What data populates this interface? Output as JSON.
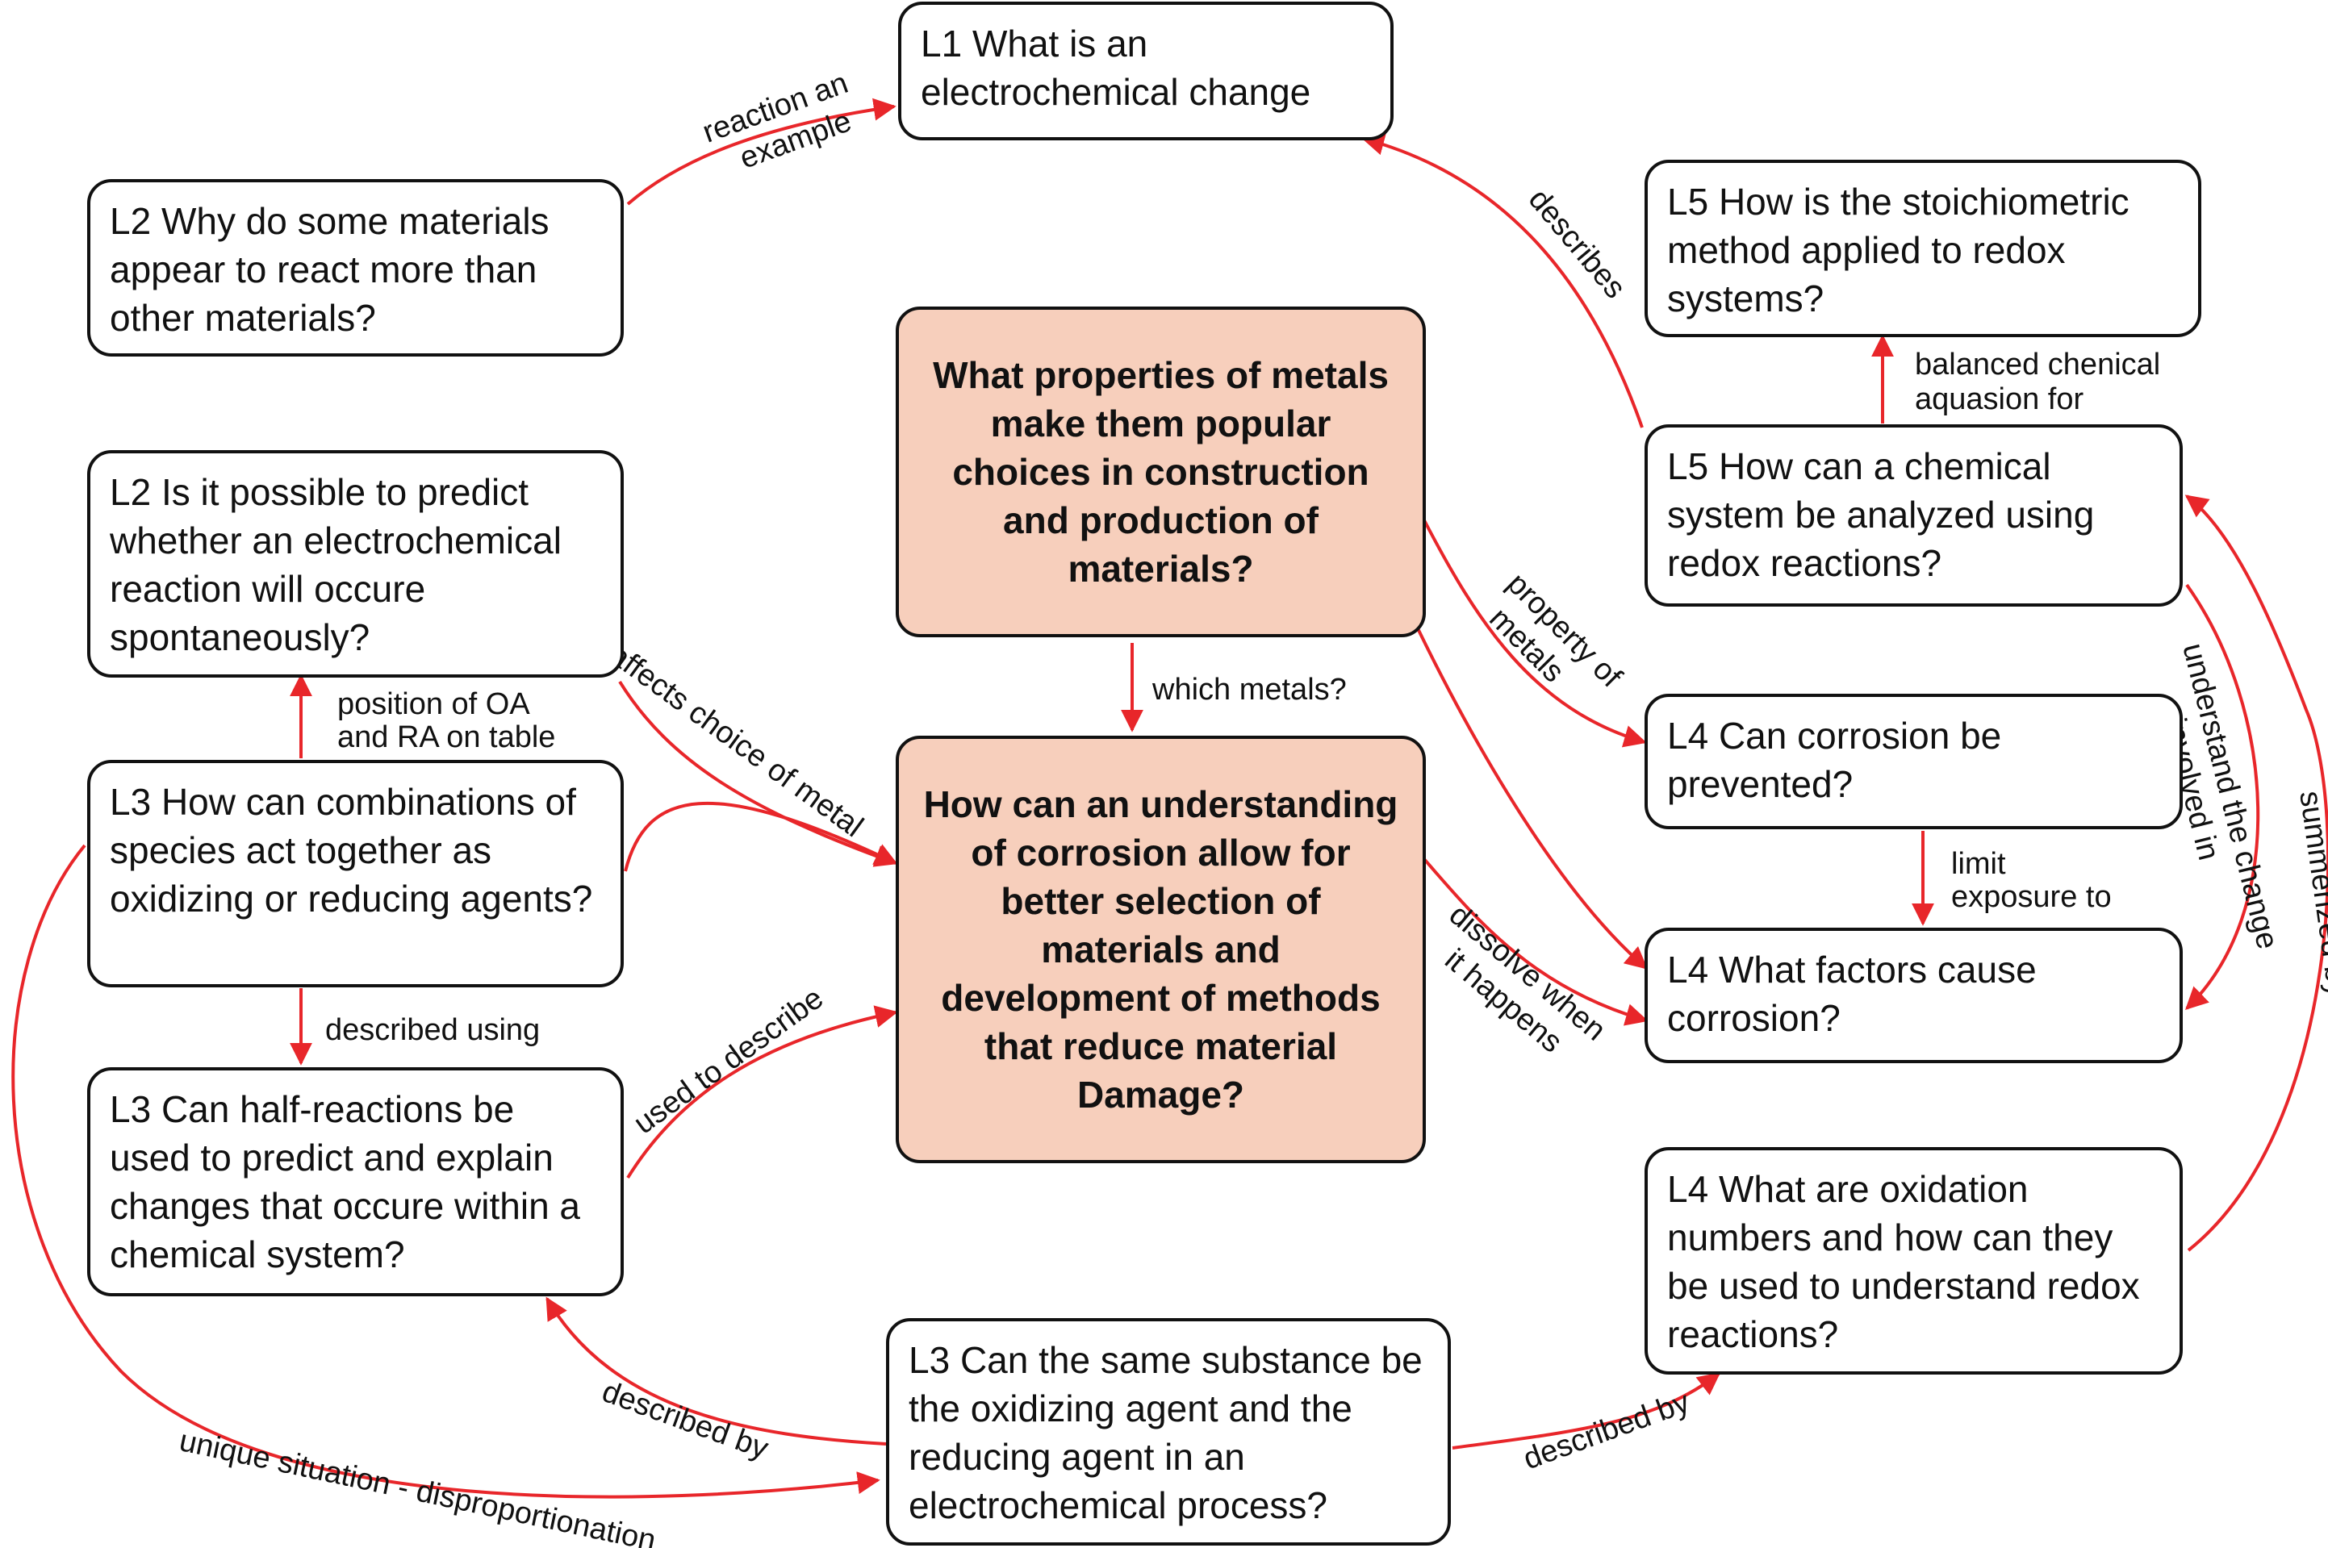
{
  "nodes": {
    "l1_electrochemical_change": "L1 What is an electrochemical change",
    "l2_react_more": "L2 Why do some materials appear to react more than other materials?",
    "l2_predict_spontaneous": "L2 Is it possible to predict whether an electrochemical reaction will occure spontaneously?",
    "l3_combinations": "L3 How can combinations of species act together as oxidizing or reducing agents?",
    "l3_half_reactions": "L3 Can half-reactions be used to predict and explain changes that occure within a chemical system?",
    "l3_same_substance": "L3 Can the same substance be the oxidizing agent and the reducing agent in an electrochemical process?",
    "central_properties": "What properties of metals make them popular choices in construction and production of materials?",
    "central_corrosion": "How can an understanding of corrosion allow for better selection of materials and development of methods that reduce material Damage?",
    "l5_stoichiometric": "L5 How is the stoichiometric method applied to redox systems?",
    "l5_chemical_system": "L5 How can a chemical system be analyzed using redox reactions?",
    "l4_prevented": "L4 Can corrosion be prevented?",
    "l4_factors": "L4 What factors cause corrosion?",
    "l4_oxidation_numbers": "L4 What are oxidation numbers and how can they be used to understand redox reactions?"
  },
  "edge_labels": {
    "reaction_example_1": "reaction an",
    "reaction_example_2": "example",
    "describes": "describes",
    "balanced_1": "balanced chenical",
    "balanced_2": "aquasion for",
    "which_metals": "which metals?",
    "position_1": "position of OA",
    "position_2": "and RA on table",
    "affects_choice": "affects choice of metal",
    "property_1": "property of",
    "property_2": "metals",
    "limit_1": "limit",
    "limit_2": "exposure to",
    "understand_1": "understand the change",
    "understand_2": "involved in",
    "summerized": "summerized by",
    "dissolve_1": "dissolve when",
    "dissolve_2": "it happens",
    "described_using": "described using",
    "used_to_describe": "used to describe",
    "described_by_left": "described by",
    "described_by_right": "described by",
    "unique_situation": "unique situation - disproportionation"
  },
  "colors": {
    "arrow": "#e8262a",
    "central_fill": "#f7cfbc",
    "border": "#111111"
  }
}
